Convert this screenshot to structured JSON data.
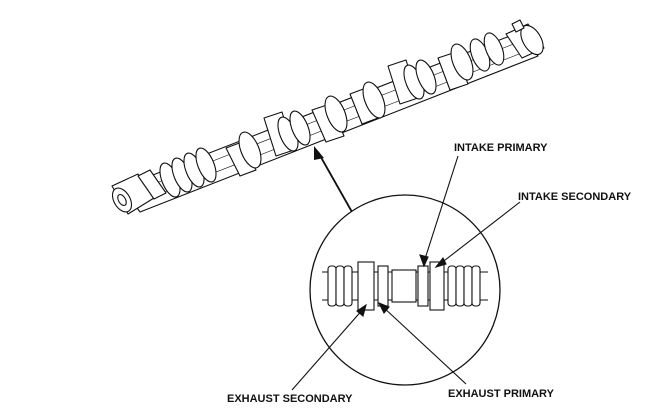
{
  "diagram": {
    "labels": {
      "intake_primary": "INTAKE PRIMARY",
      "intake_secondary": "INTAKE SECONDARY",
      "exhaust_secondary": "EXHAUST SECONDARY",
      "exhaust_primary": "EXHAUST PRIMARY"
    },
    "colors": {
      "line": "#111111",
      "background": "#ffffff"
    }
  }
}
